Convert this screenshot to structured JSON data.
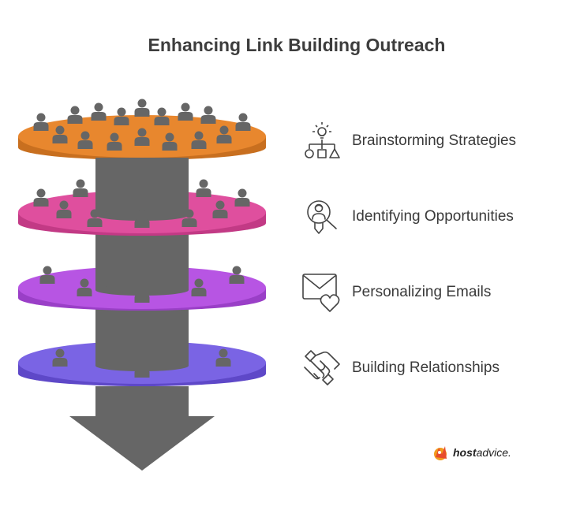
{
  "title": "Enhancing Link Building Outreach",
  "colors": {
    "level1": "#e8872e",
    "level2": "#df4f9e",
    "level3": "#b755e3",
    "level4": "#7a64e4",
    "column": "#666666",
    "person": "#666666"
  },
  "steps": [
    {
      "label": "Brainstorming Strategies",
      "icon": "flowchart-lightbulb-icon"
    },
    {
      "label": "Identifying Opportunities",
      "icon": "magnifier-person-icon"
    },
    {
      "label": "Personalizing Emails",
      "icon": "envelope-heart-icon"
    },
    {
      "label": "Building Relationships",
      "icon": "handshake-icon"
    }
  ],
  "logo": {
    "bold": "host",
    "regular": "advice."
  }
}
